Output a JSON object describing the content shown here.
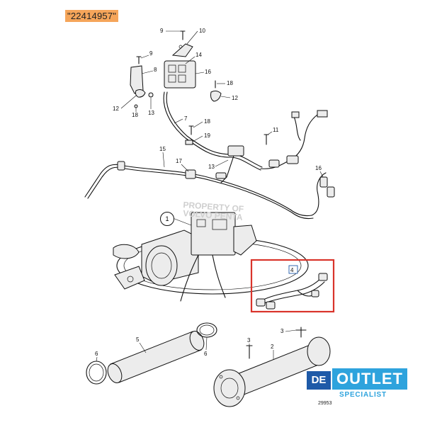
{
  "part_number": "\"22414957\"",
  "drawing_number": "29953",
  "watermark": {
    "line1": "PROPERTY OF",
    "line2": "VOLVO PENTA",
    "circle_number": "1"
  },
  "logo": {
    "de": "DE",
    "outlet": "OUTLET",
    "specialist": "SPECIALIST"
  },
  "highlight_color": "#d9342b",
  "callouts": [
    "9",
    "10",
    "9",
    "14",
    "8",
    "16",
    "18",
    "12",
    "12",
    "18",
    "13",
    "7",
    "18",
    "19",
    "11",
    "15",
    "13",
    "17",
    "16",
    "1",
    "4",
    "5",
    "3",
    "6",
    "3",
    "2",
    "6"
  ]
}
